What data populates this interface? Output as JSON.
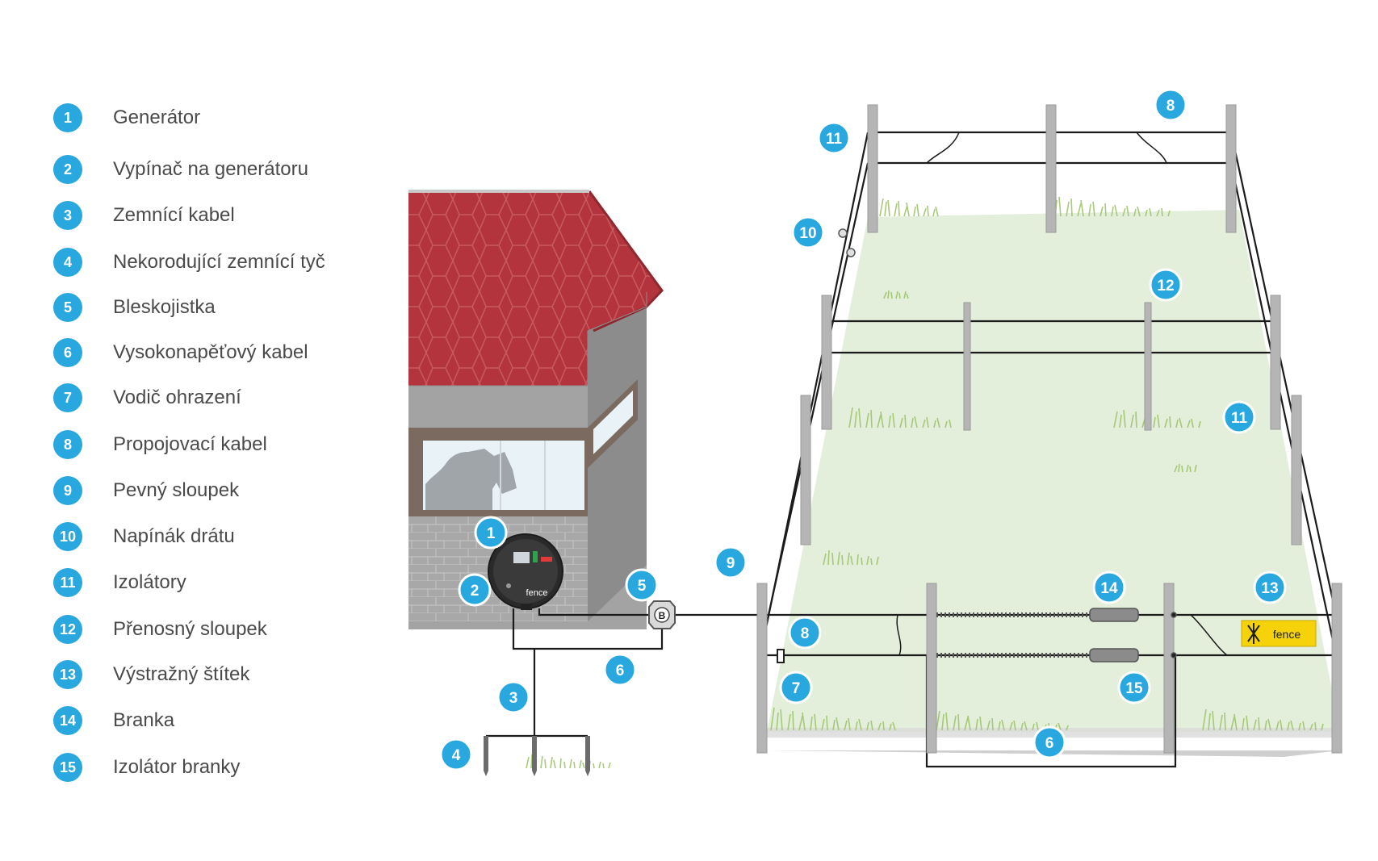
{
  "legend": [
    {
      "num": "1",
      "label": "Generátor"
    },
    {
      "num": "2",
      "label": "Vypínač na generátoru"
    },
    {
      "num": "3",
      "label": "Zemnící kabel"
    },
    {
      "num": "4",
      "label": "Nekorodující zemnící tyč"
    },
    {
      "num": "5",
      "label": "Bleskojistka"
    },
    {
      "num": "6",
      "label": "Vysokonapěťový kabel"
    },
    {
      "num": "7",
      "label": "Vodič ohrazení"
    },
    {
      "num": "8",
      "label": "Propojovací kabel"
    },
    {
      "num": "9",
      "label": "Pevný sloupek"
    },
    {
      "num": "10",
      "label": "Napínák drátu"
    },
    {
      "num": "11",
      "label": "Izolátory"
    },
    {
      "num": "12",
      "label": "Přenosný sloupek"
    },
    {
      "num": "13",
      "label": "Výstražný štítek"
    },
    {
      "num": "14",
      "label": "Branka"
    },
    {
      "num": "15",
      "label": "Izolátor branky"
    }
  ],
  "markers": {
    "m1": "1",
    "m2": "2",
    "m3": "3",
    "m4": "4",
    "m5": "5",
    "m6a": "6",
    "m6b": "6",
    "m7": "7",
    "m8a": "8",
    "m8b": "8",
    "m9": "9",
    "m10": "10",
    "m11a": "11",
    "m11b": "11",
    "m12": "12",
    "m13": "13",
    "m14": "14",
    "m15": "15"
  },
  "brand": {
    "name": "fence",
    "arrester_letter": "B"
  },
  "colors": {
    "accent": "#29a8e0",
    "roof": "#b3343c",
    "wall": "#a9a9a9",
    "pasture": "#e3eedb",
    "post": "#b5b5b5",
    "warning_sign": "#f5d20a"
  },
  "icons": [
    "horse-silhouette",
    "fence-logo-icon",
    "lightning-arrester-icon"
  ]
}
